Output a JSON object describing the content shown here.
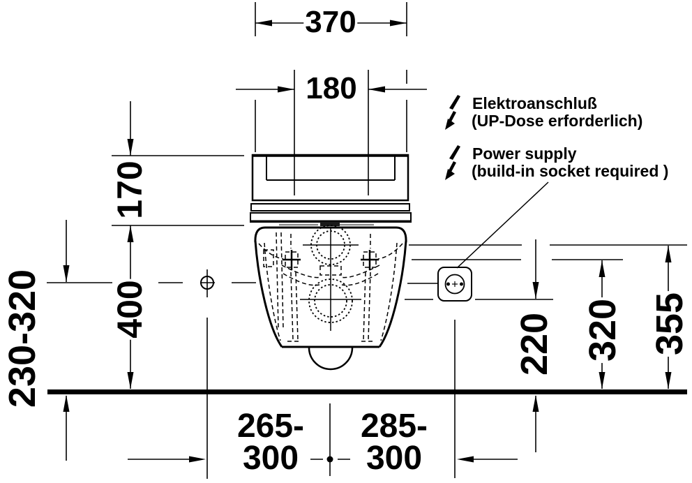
{
  "dimensions": {
    "overall_width": "370",
    "fixing_centers_width": "180",
    "tank_height": "170",
    "rim_to_floor": "400",
    "water_supply_height_range": "230-320",
    "left_offset_line1": "265-",
    "left_offset_line2": "300",
    "right_offset_line1": "285-",
    "right_offset_line2": "300",
    "socket_zone_bottom": "220",
    "socket_zone_mid": "320",
    "socket_zone_top": "355"
  },
  "annotations": {
    "electrical_de_line1": "Elektroanschluß",
    "electrical_de_line2": "(UP-Dose erforderlich)",
    "electrical_en_line1": "Power supply",
    "electrical_en_line2": "(build-in socket required )"
  },
  "icons": {
    "lightning_bolt": "electrical connection symbol",
    "socket": "wall power socket symbol",
    "crosshair": "water supply connection point"
  },
  "colors": {
    "line": "#000000",
    "background": "#ffffff",
    "gray_detail": "#8a8a8a"
  }
}
